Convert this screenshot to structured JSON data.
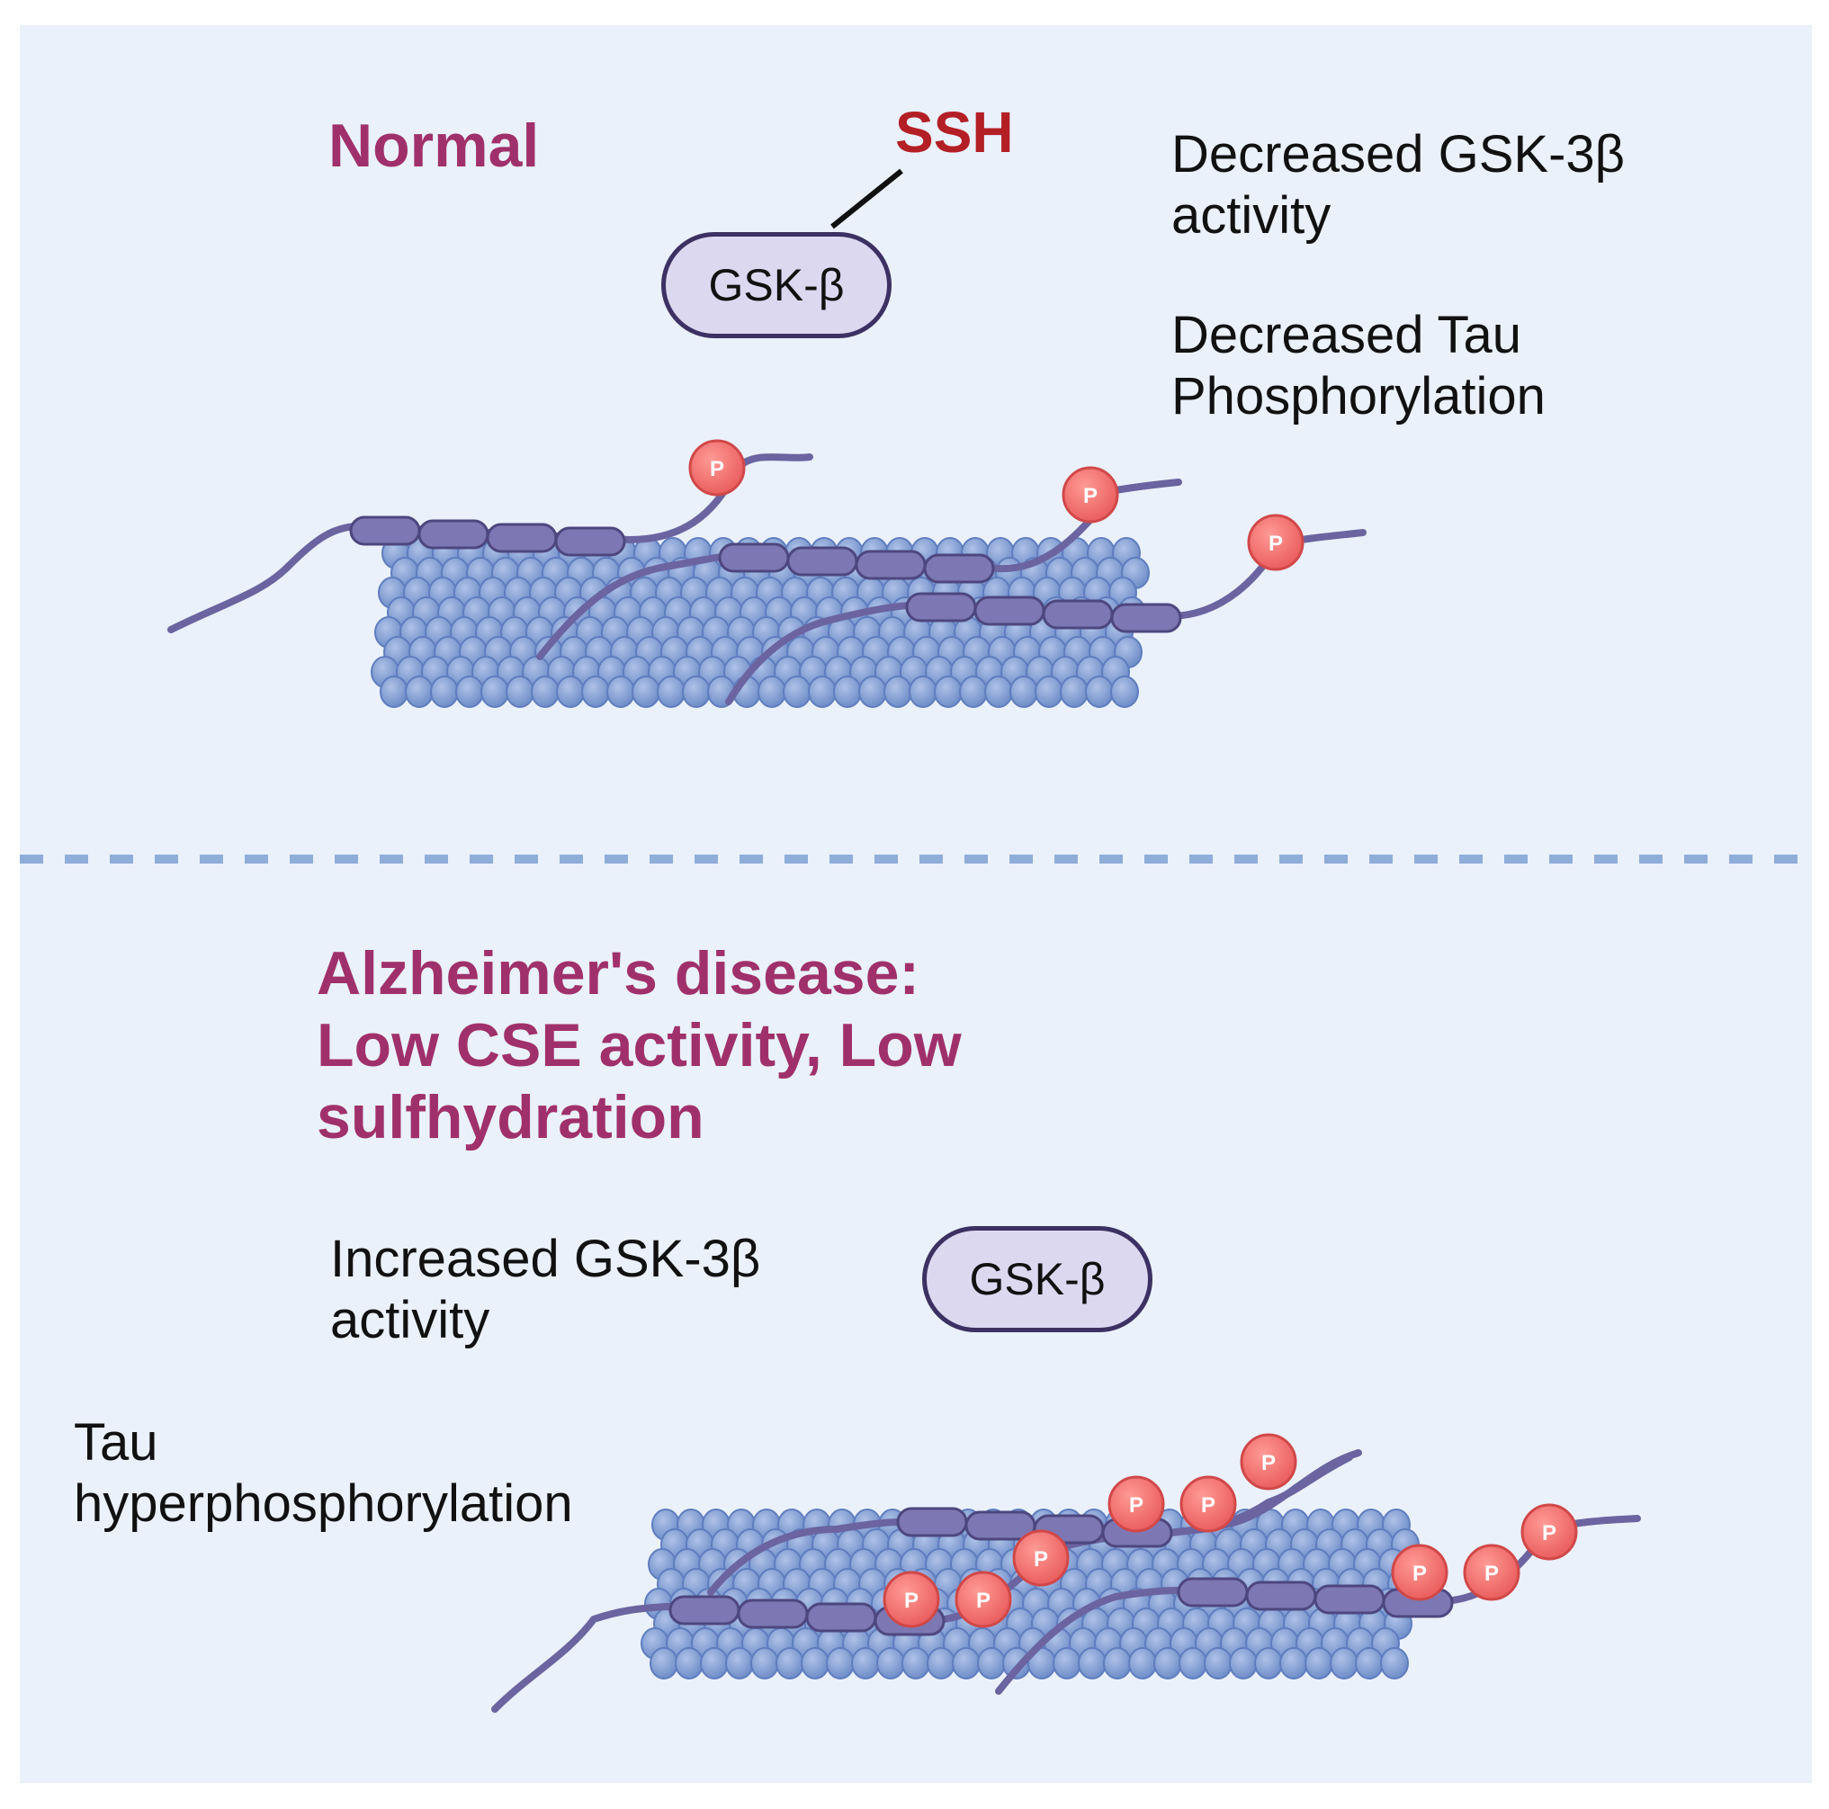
{
  "normal": {
    "heading": "Normal",
    "ssh_label": "SSH",
    "enzyme_label": "GSK-β",
    "effect1_line1": "Decreased GSK-3β",
    "effect1_line2": "activity",
    "effect2_line1": "Decreased Tau",
    "effect2_line2": "Phosphorylation",
    "phospho_label": "P"
  },
  "alzheimers": {
    "heading_line1": "Alzheimer's disease:",
    "heading_line2": "Low CSE activity, Low",
    "heading_line3": "sulfhydration",
    "effect1_line1": "Increased GSK-3β",
    "effect1_line2": "activity",
    "enzyme_label": "GSK-β",
    "effect2_line1": "Tau",
    "effect2_line2": "hyperphosphorylation",
    "phospho_label": "P"
  },
  "colors": {
    "panel_bg": "#eaf1fb",
    "heading": "#a0306b",
    "ssh": "#b31f25",
    "microtubule": "#7f9bd0",
    "tau": "#6b64a0",
    "phosphate": "#f07070",
    "divider": "#8fadd9"
  }
}
